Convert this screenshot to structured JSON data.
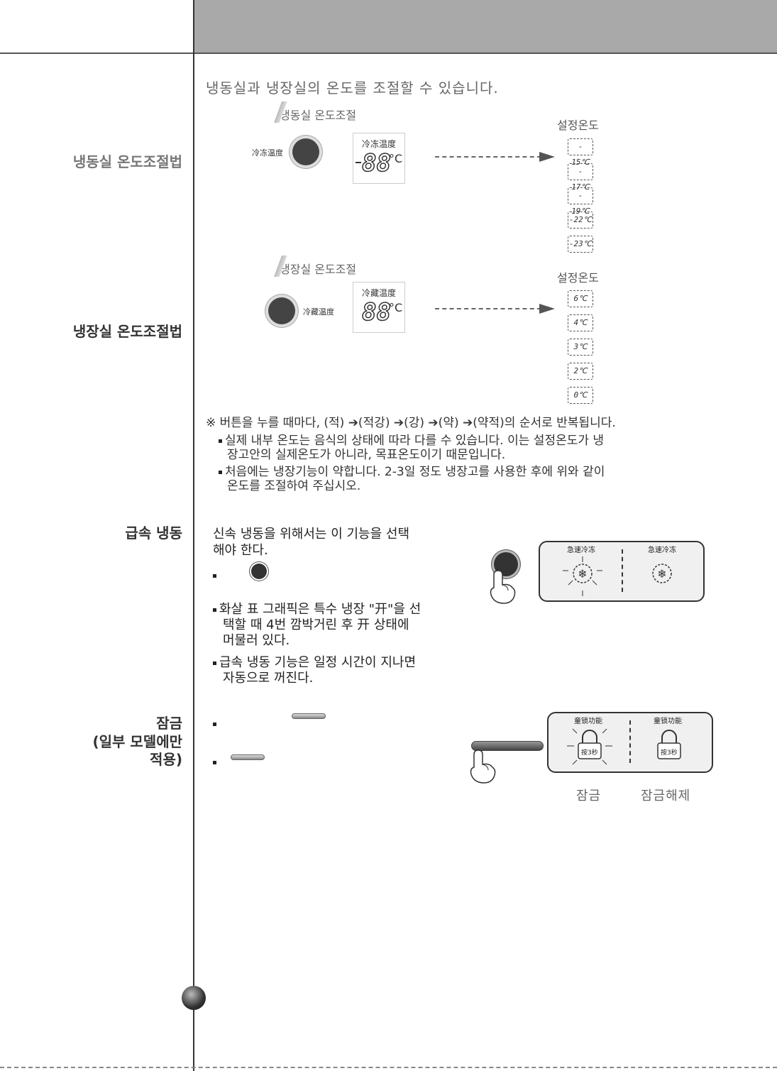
{
  "sections": {
    "freezer_control": "냉동실 온도조절법",
    "fridge_control": "냉장실 온도조절법",
    "quick_freeze": "급속 냉동",
    "lock_line1": "잠금",
    "lock_line2": "(일부 모델에만",
    "lock_line3": "적용)"
  },
  "intro": "냉동실과 냉장실의 온도를 조절할 수 있습니다.",
  "freezer": {
    "subhead": "냉동실 온도조절",
    "set_label": "설정온도",
    "knob_label": "冷冻温度",
    "lcd_caption": "冷冻温度",
    "lcd_digits": "88",
    "lcd_unit": "°C",
    "temps": [
      "- 15℃",
      "- 17℃",
      "- 19℃",
      "-22℃",
      "-23℃"
    ]
  },
  "fridge": {
    "subhead": "냉장실 온도조절",
    "set_label": "설정온도",
    "knob_label": "冷藏温度",
    "lcd_caption": "冷藏温度",
    "lcd_digits": "88",
    "lcd_unit": "°C",
    "temps": [
      "6℃",
      "4℃",
      "3℃",
      "2℃",
      "0℃"
    ]
  },
  "notes": {
    "cycle": "※ 버튼을 누를 때마다, (적) ➔(적강) ➔(강) ➔(약) ➔(약적)의 순서로 반복됩니다.",
    "bullet1_line1": "실제 내부 온도는 음식의 상태에 따라 다를 수 있습니다. 이는 설정온도가 냉",
    "bullet1_line2": "장고안의 실제온도가 아니라, 목표온도이기 때문입니다.",
    "bullet2_line1": "처음에는 냉장기능이 약합니다. 2-3일 정도 냉장고를 사용한 후에 위와 같이",
    "bullet2_line2": "온도를 조절하여 주십시오."
  },
  "quick_freeze": {
    "line1": "신속 냉동을 위해서는 이 기능을 선택",
    "line2": "해야 한다.",
    "bullet2_line1": "화살 표 그래픽은 특수 냉장 \"开\"을 선",
    "bullet2_line2": "택할 때 4번 깜박거린 후 开 상태에",
    "bullet2_line3": "머물러 있다.",
    "bullet3_line1": "급속 냉동 기능은 일정 시간이 지나면",
    "bullet3_line2": "자동으로 꺼진다.",
    "panel_left": "急速冷冻",
    "panel_right": "急速冷冻"
  },
  "lock": {
    "panel_left": "童锁功能",
    "panel_right": "童锁功能",
    "press_left": "按3秒",
    "press_right": "按3秒",
    "label_lock": "잠금",
    "label_unlock": "잠금해제"
  }
}
